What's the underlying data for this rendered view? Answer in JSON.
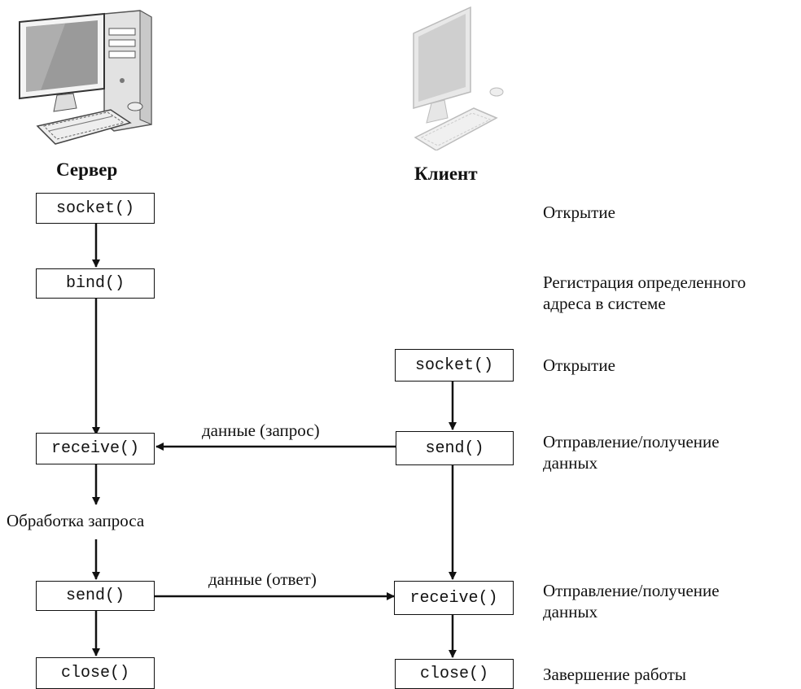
{
  "server": {
    "title": "Сервер",
    "steps": [
      "socket()",
      "bind()",
      "receive()",
      "send()",
      "close()"
    ],
    "processing_label": "Обработка запроса"
  },
  "client": {
    "title": "Клиент",
    "steps": [
      "socket()",
      "send()",
      "receive()",
      "close()"
    ]
  },
  "messages": {
    "request_label": "данные (запрос)",
    "response_label": "данные (ответ)"
  },
  "descriptions": [
    "Открытие",
    "Регистрация определенного\nадреса в системе",
    "Открытие",
    "Отправление/получение\nданных",
    "Отправление/получение\nданных",
    "Завершение работы"
  ],
  "icons": {
    "server": "desktop-computer-icon",
    "client": "monitor-keyboard-icon"
  }
}
